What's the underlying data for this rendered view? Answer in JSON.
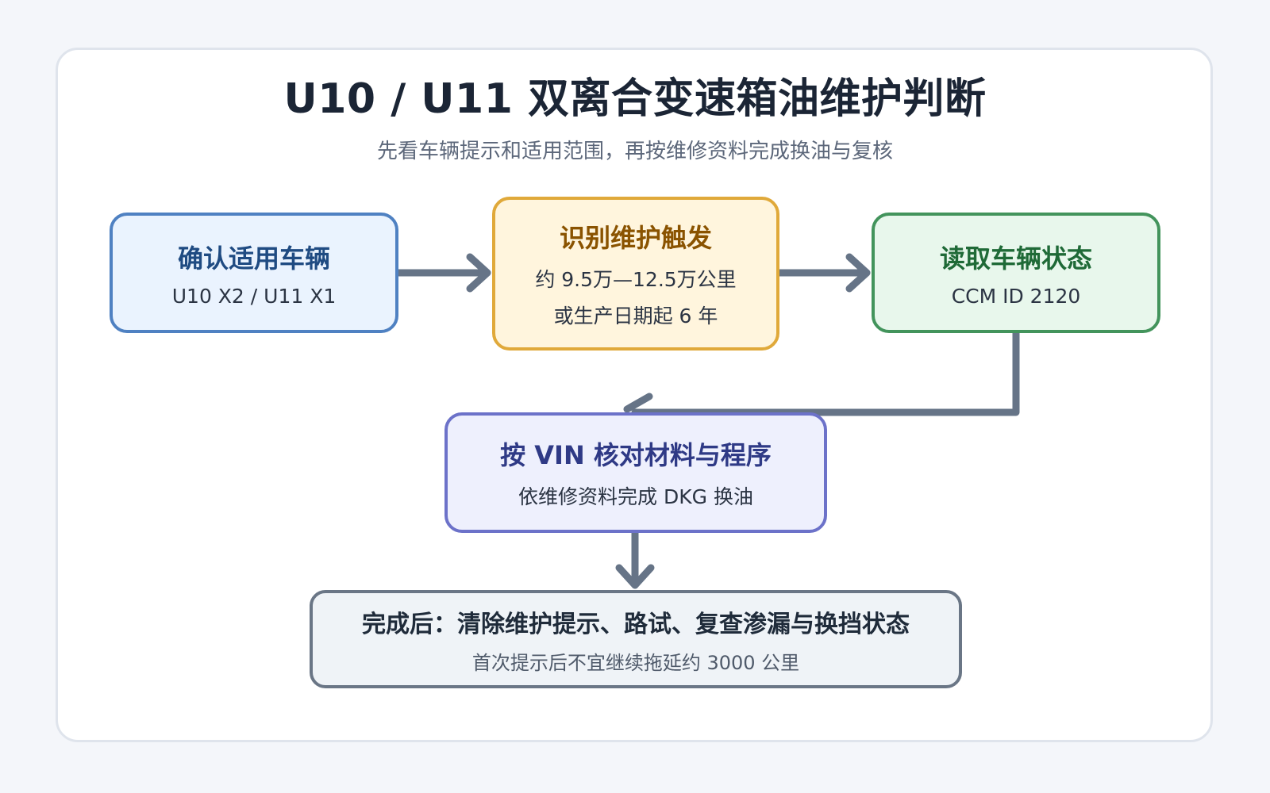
{
  "title": "U10 / U11 双离合变速箱油维护判断",
  "subtitle": "先看车辆提示和适用范围，再按维修资料完成换油与复核",
  "nodes": {
    "confirm_vehicle": {
      "title": "确认适用车辆",
      "lines": [
        "U10 X2 / U11 X1"
      ]
    },
    "identify_trigger": {
      "title": "识别维护触发",
      "lines": [
        "约 9.5万—12.5万公里",
        "或生产日期起 6 年"
      ]
    },
    "read_status": {
      "title": "读取车辆状态",
      "lines": [
        "CCM ID 2120"
      ]
    },
    "check_by_vin": {
      "title": "按 VIN 核对材料与程序",
      "lines": [
        "依维修资料完成 DKG 换油"
      ]
    },
    "after_completion": {
      "title": "完成后：清除维护提示、路试、复查渗漏与换挡状态",
      "lines": [
        "首次提示后不宜继续拖延约 3000 公里"
      ]
    }
  },
  "colors": {
    "arrow": "#667487",
    "blue_fill": "#eaf3fe",
    "blue_border": "#4f81c2",
    "amber_fill": "#fff5dd",
    "amber_border": "#e0a93a",
    "green_fill": "#e8f7ec",
    "green_border": "#43945c",
    "indigo_fill": "#eef0fd",
    "indigo_border": "#6c72c9",
    "gray_fill": "#eff3f7",
    "gray_border": "#6a7686"
  }
}
